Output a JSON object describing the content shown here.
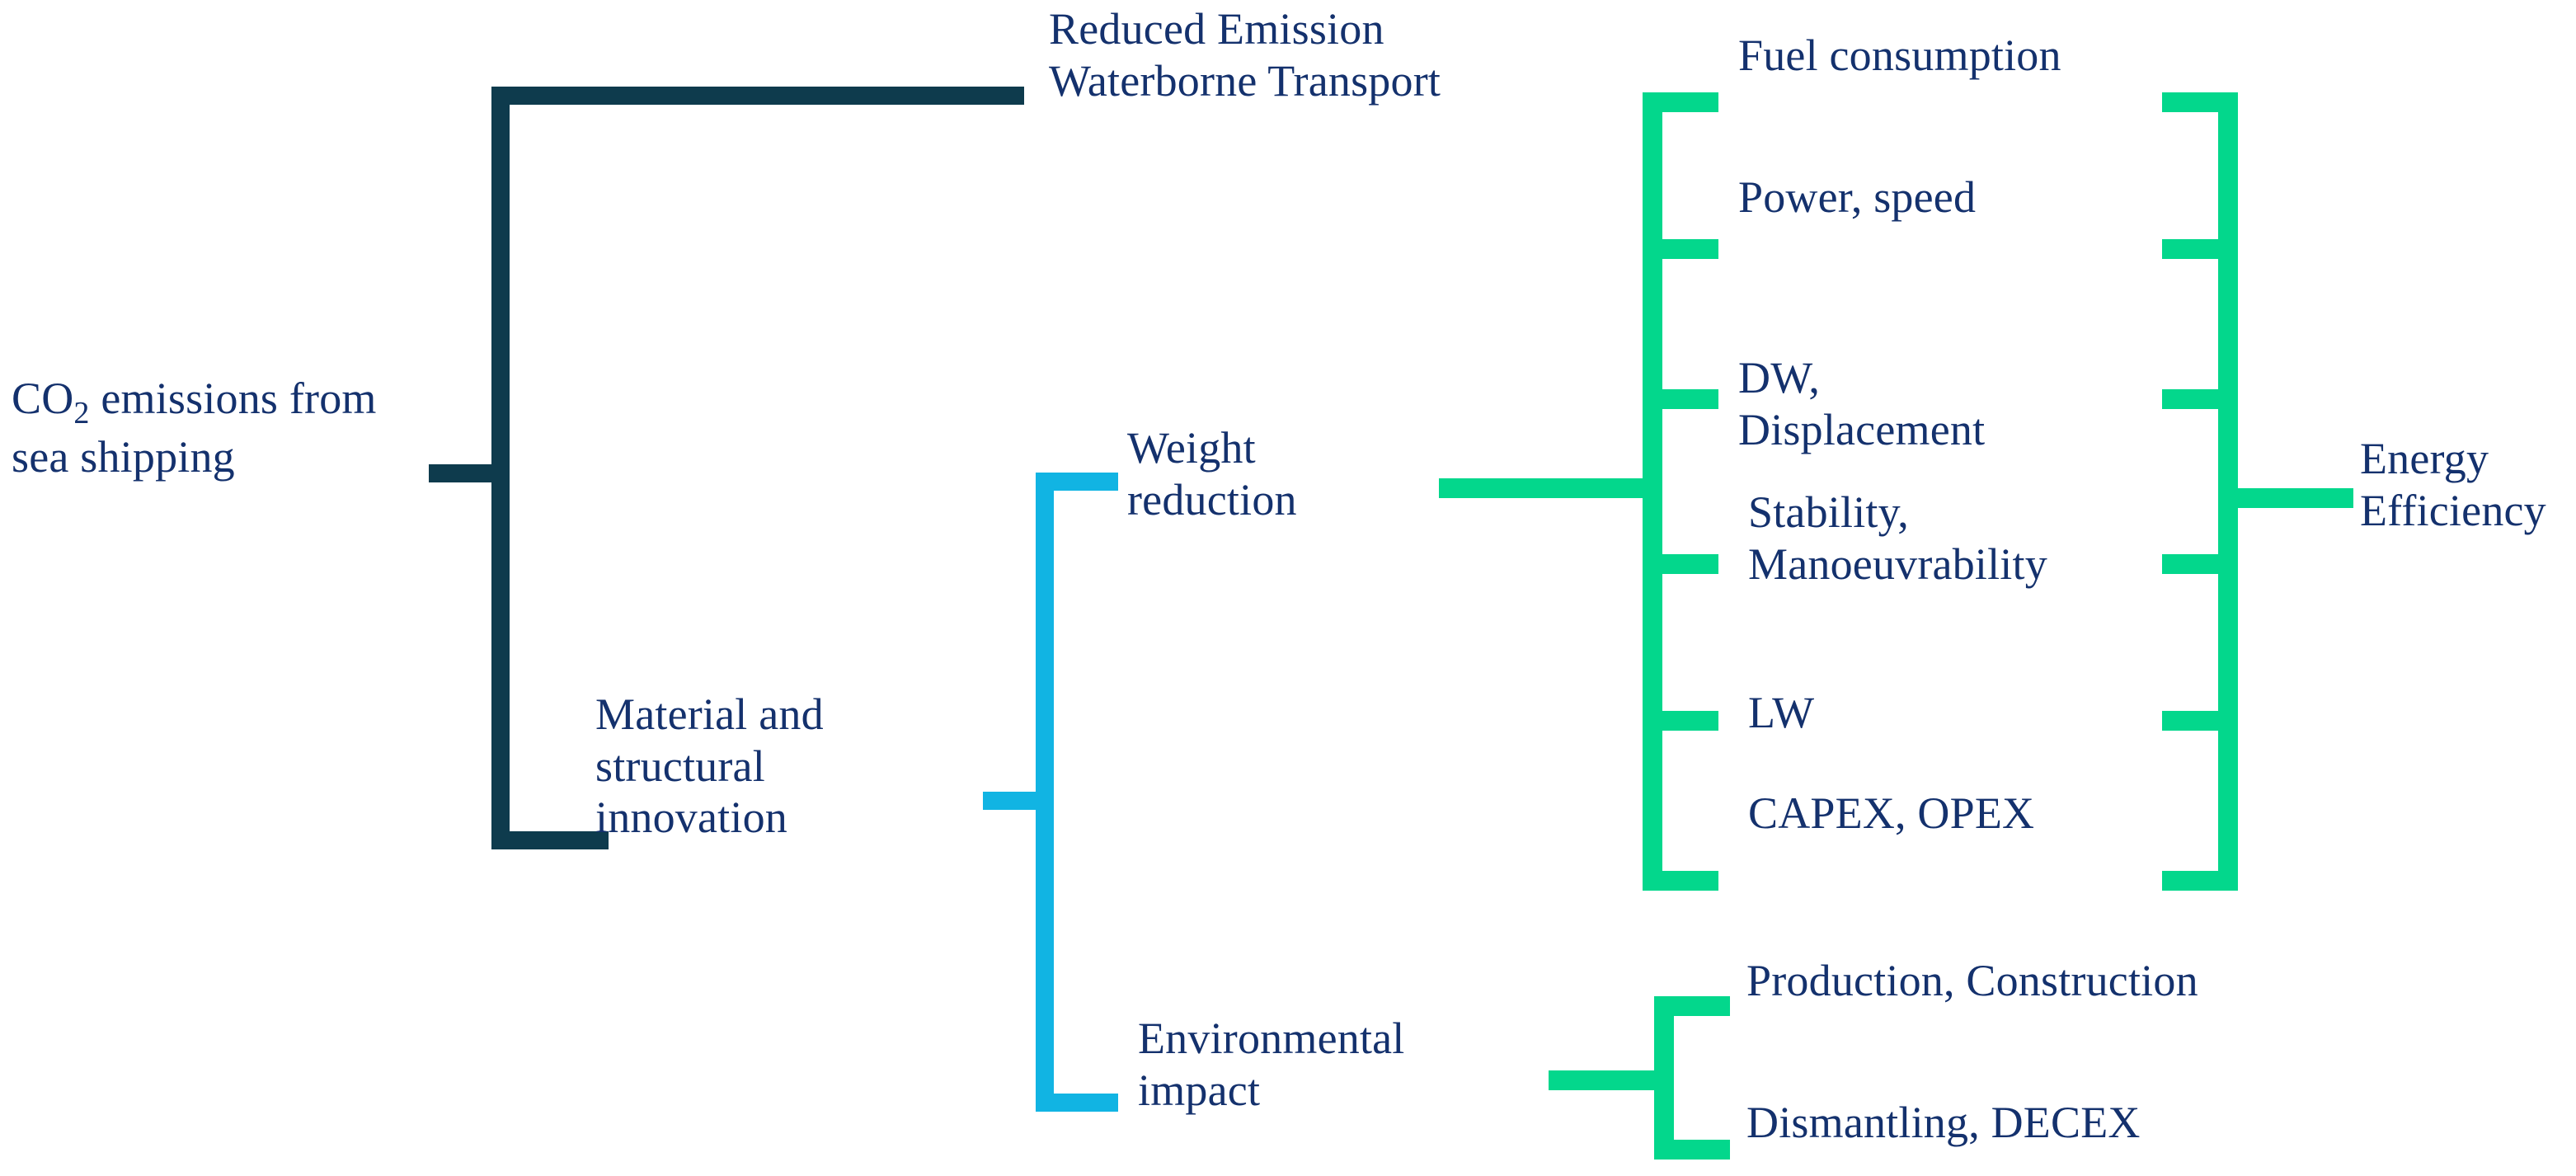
{
  "diagram": {
    "title": "CO2 emissions from sea shipping breakdown",
    "background": "#ffffff",
    "text_color": "#14316d",
    "colors": {
      "navy_line": "#0e3b4d",
      "light_blue_line": "#11b4e3",
      "green_line": "#03d78c"
    },
    "nodes": {
      "root": {
        "prefix": "CO",
        "sub": "2",
        "rest": " emissions from\nsea shipping"
      },
      "reduced_emission": "Reduced Emission\nWaterborne Transport",
      "material_structural": "Material and\nstructural\ninnovation",
      "weight_reduction": "Weight\nreduction",
      "environmental_impact": "Environmental\nimpact",
      "fuel_consumption": "Fuel consumption",
      "power_speed": "Power, speed",
      "dw_displacement": "DW,\nDisplacement",
      "stability_manoeuvrability": "Stability,\nManoeuvrability",
      "lw": "LW",
      "capex_opex": "CAPEX, OPEX",
      "energy_efficiency": "Energy\nEfficiency",
      "production_construction": "Production, Construction",
      "dismantling_decex": "Dismantling, DECEX"
    }
  }
}
